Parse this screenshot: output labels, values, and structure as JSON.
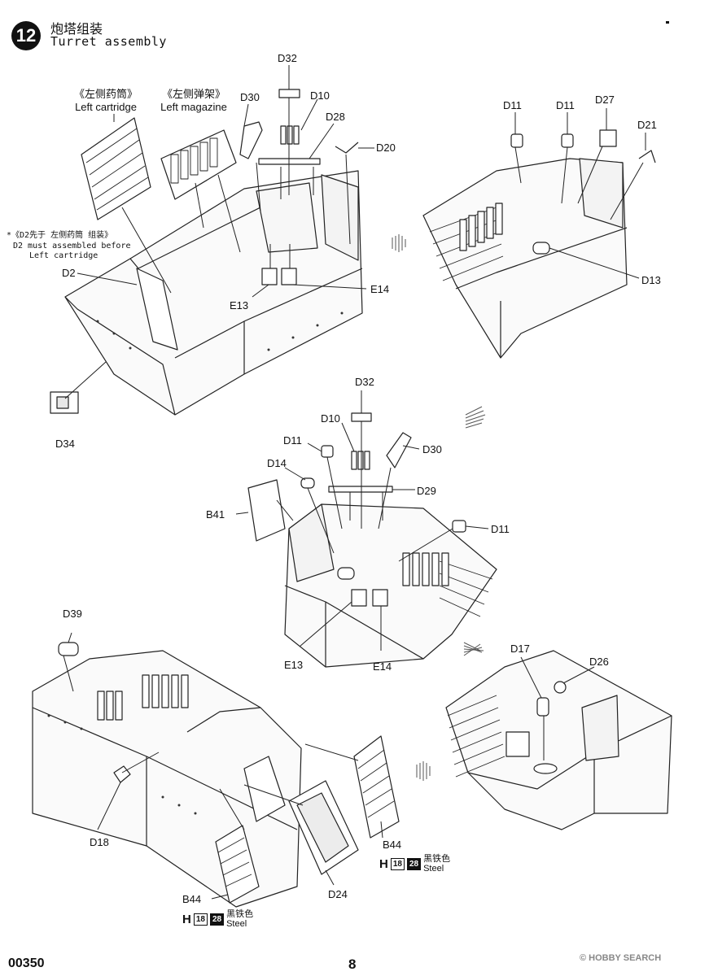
{
  "step": {
    "number": "12",
    "title_cn": "炮塔组装",
    "title_en": "Turret assembly"
  },
  "labels": {
    "left_cartridge_cn": "《左侧药筒》",
    "left_cartridge_en": "Left cartridge",
    "left_magazine_cn": "《左侧弹架》",
    "left_magazine_en": "Left magazine",
    "note_cn": "*《D2先于 左侧药筒 组装》",
    "note_en_1": "D2 must assembled before",
    "note_en_2": "Left cartridge",
    "d32_a": "D32",
    "d10_a": "D10",
    "d30_a": "D30",
    "d28": "D28",
    "d20": "D20",
    "d2": "D2",
    "e13_a": "E13",
    "e14_a": "E14",
    "d34": "D34",
    "d11_b1": "D11",
    "d11_b2": "D11",
    "d27": "D27",
    "d21": "D21",
    "d13": "D13",
    "d32_c": "D32",
    "d10_c": "D10",
    "d11_c1": "D11",
    "d30_c": "D30",
    "d14": "D14",
    "d29": "D29",
    "b41": "B41",
    "d11_c2": "D11",
    "e13_c": "E13",
    "e14_c": "E14",
    "d39": "D39",
    "d18": "D18",
    "d24": "D24",
    "b44_a": "B44",
    "b44_b": "B44",
    "d17": "D17",
    "d26": "D26"
  },
  "paint_a": {
    "letter": "H",
    "code1": "18",
    "code2": "28",
    "name_cn": "黑铁色",
    "name_en": "Steel"
  },
  "paint_b": {
    "letter": "H",
    "code1": "18",
    "code2": "28",
    "name_cn": "黑铁色",
    "name_en": "Steel"
  },
  "footer": {
    "product_code": "00350",
    "page": "8",
    "watermark": "© HOBBY SEARCH"
  }
}
